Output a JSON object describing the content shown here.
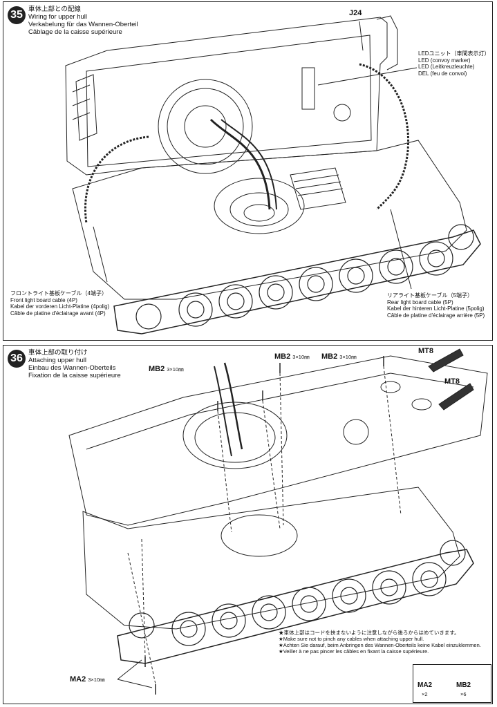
{
  "step35": {
    "number": "35",
    "title_jp": "車体上部との配線",
    "title_en": "Wiring for upper hull",
    "title_de": "Verkabelung für das Wannen-Oberteil",
    "title_fr": "Câblage de la caisse supérieure",
    "part_j24": "J24",
    "led": [
      "LEDユニット（車間表示灯）",
      "LED (convoy marker)",
      "LED (Leitkreuzleuchte)",
      "DEL (feu de convoi)"
    ],
    "front_cable": [
      "フロントライト基板ケーブル（4端子）",
      "Front light board cable (4P)",
      "Kabel der vorderen Licht-Platine (4polig)",
      "Câble de platine d'éclairage avant (4P)"
    ],
    "rear_cable": [
      "リアライト基板ケーブル（5端子）",
      "Rear light board cable (5P)",
      "Kabel der hinteren Licht-Platine (5polig)",
      "Câble de platine d'éclairage arrière (5P)"
    ]
  },
  "step36": {
    "number": "36",
    "title_jp": "車体上部の取り付け",
    "title_en": "Attaching upper hull",
    "title_de": "Einbau des Wannen-Oberteils",
    "title_fr": "Fixation de la caisse supérieure",
    "mb2_a": "MB2",
    "mb2_b": "MB2",
    "mb2_c": "MB2",
    "screw_size": "3×10㎜",
    "mt8_a": "MT8",
    "mt8_b": "MT8",
    "ma2": "MA2",
    "notes": [
      "★車体上部はコードを挟まないように注意しながら後ろからはめていきます。",
      "★Make sure not to pinch any cables when attaching upper hull.",
      "★Achten Sie darauf, beim Anbringen des Wannen-Oberteils keine Kabel einzuklemmen.",
      "★Veiller à ne pas pincer les câbles en fixant la caisse supérieure."
    ],
    "parts_box": [
      {
        "name": "MA2",
        "qty": "×2"
      },
      {
        "name": "MB2",
        "qty": "×6"
      }
    ]
  }
}
